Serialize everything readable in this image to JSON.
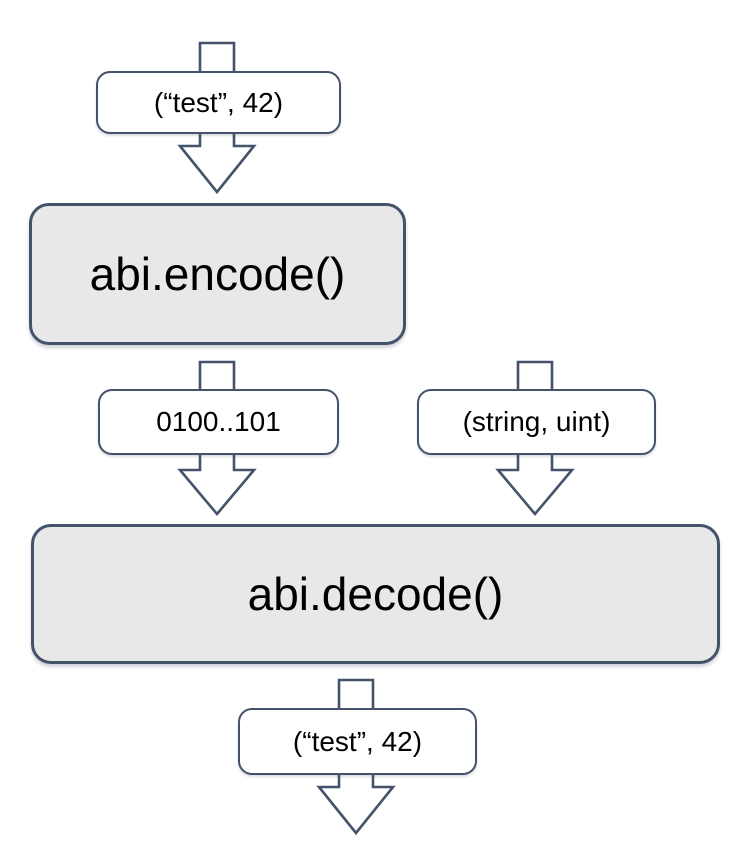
{
  "diagram": {
    "input_label": "(“test”, 42)",
    "encode_box_label": "abi.encode()",
    "encoded_bytes_label": "0100..101",
    "types_label": "(string, uint)",
    "decode_box_label": "abi.decode()",
    "output_label": "(“test”, 42)",
    "colors": {
      "outline": "#44526a",
      "process_box_fill": "#e8e8e8",
      "label_fill": "#ffffff",
      "text": "#000000",
      "background": "#ffffff"
    }
  }
}
